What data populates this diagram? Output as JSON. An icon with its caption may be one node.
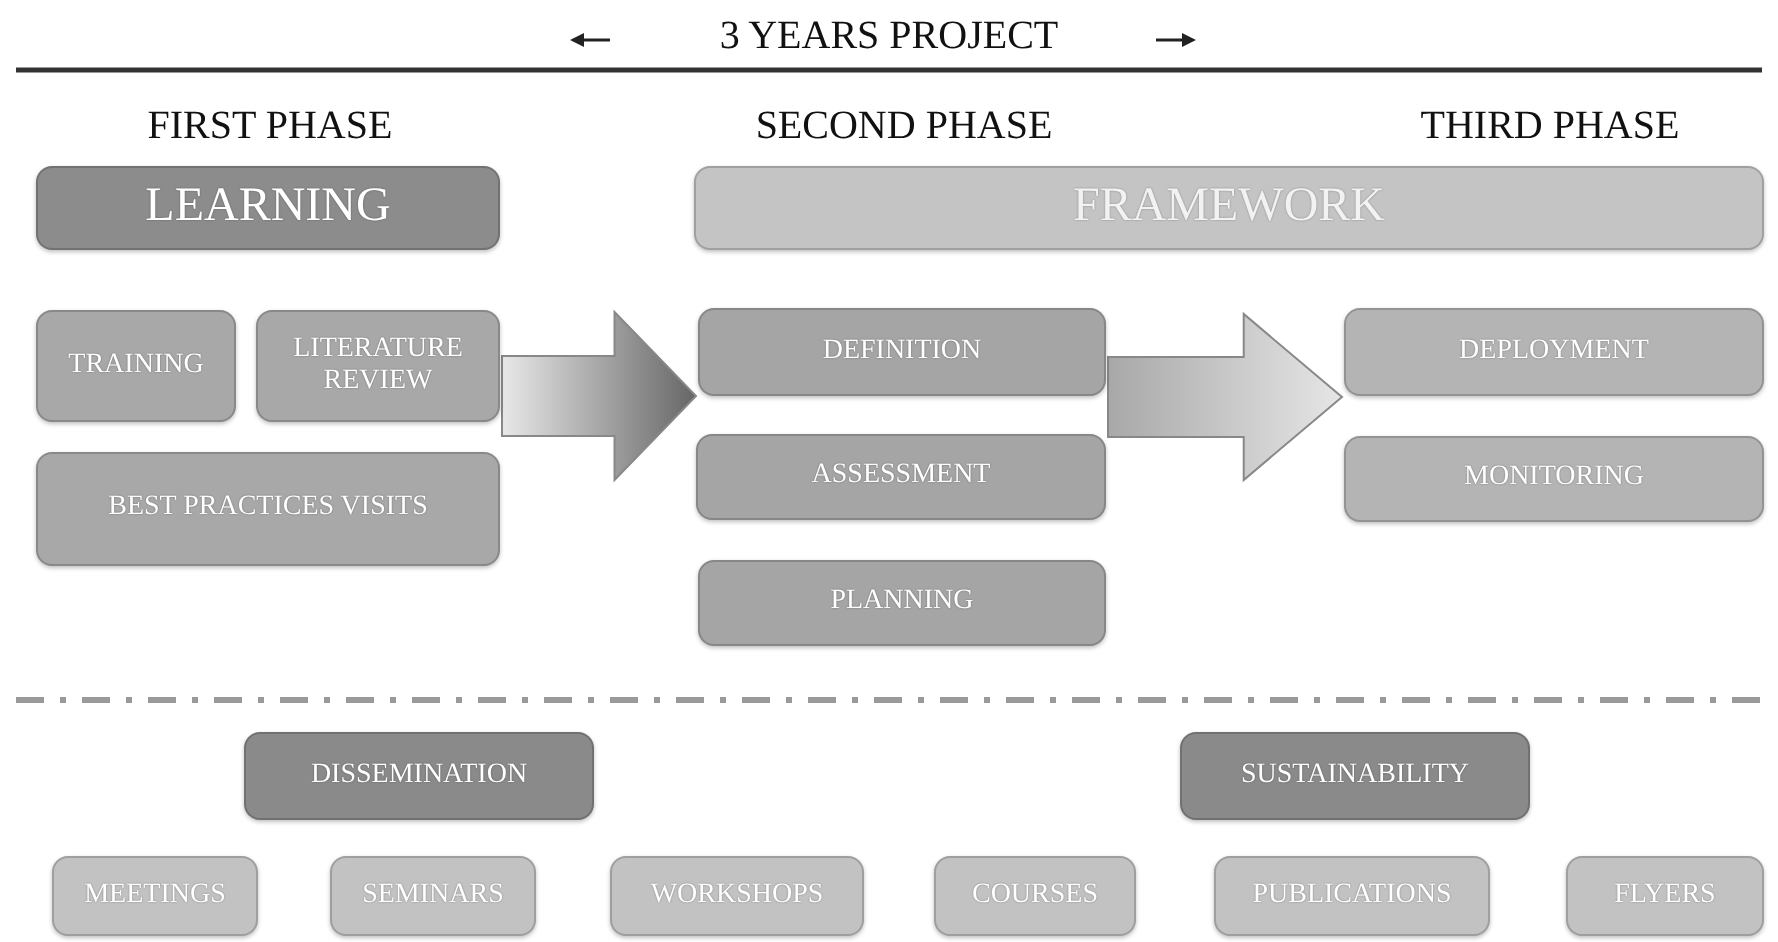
{
  "diagram": {
    "title": "3 YEARS PROJECT",
    "nodes": [
      {
        "text": [
          "LEARNING"
        ]
      },
      {
        "text": [
          "FRAMEWORK"
        ]
      },
      {
        "text": [
          "TRAINING"
        ]
      },
      {
        "text": [
          "LITERATURE REVIEW"
        ]
      },
      {
        "text": [
          "BEST PRACTICES VISITS"
        ]
      },
      {
        "text": [
          "DEFINITION"
        ]
      },
      {
        "text": [
          "ASSESSMENT"
        ]
      },
      {
        "text": [
          "PLANNING"
        ]
      },
      {
        "text": [
          "DEPLOYMENT"
        ]
      },
      {
        "text": [
          "MONITORING"
        ]
      },
      {
        "text": [
          "DISSEMINATION"
        ]
      },
      {
        "text": [
          "SUSTAINABILITY"
        ]
      },
      {
        "text": [
          "MEETINGS"
        ]
      },
      {
        "text": [
          "SEMINARS"
        ]
      },
      {
        "text": [
          "WORKSHOPS"
        ]
      },
      {
        "text": [
          "COURSES"
        ]
      },
      {
        "text": [
          "PUBLICATIONS"
        ]
      },
      {
        "text": [
          "FLYERS"
        ]
      }
    ],
    "edges": [
      {
        "from": 3,
        "to": 5,
        "arrow": "to",
        "style": "thick"
      },
      {
        "from": 5,
        "to": 8,
        "arrow": "to",
        "style": "thick"
      }
    ],
    "labels": [
      "FIRST PHASE",
      "SECOND PHASE",
      "THIRD PHASE"
    ]
  }
}
